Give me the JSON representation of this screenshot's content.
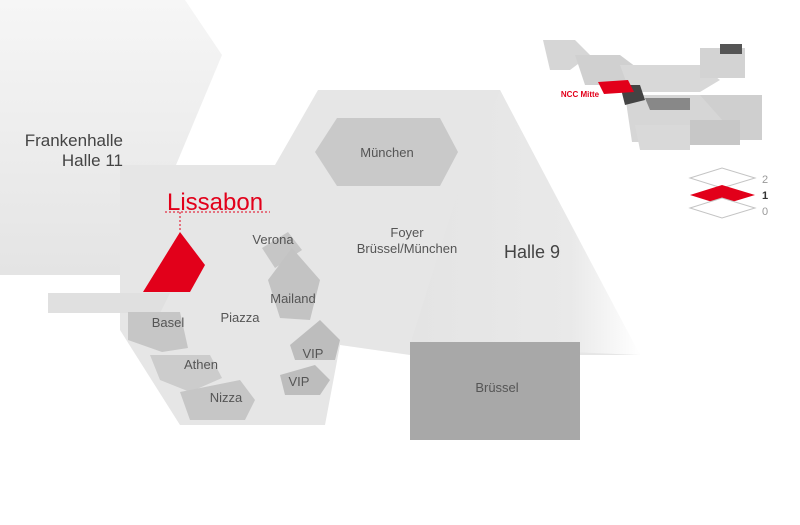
{
  "map": {
    "highlight_room": "Lissabon",
    "rooms": {
      "muenchen": "München",
      "foyer_line1": "Foyer",
      "foyer_line2": "Brüssel/München",
      "verona": "Verona",
      "mailand": "Mailand",
      "piazza": "Piazza",
      "basel": "Basel",
      "athen": "Athen",
      "nizza": "Nizza",
      "vip_upper": "VIP",
      "vip_lower": "VIP",
      "bruessel": "Brüssel"
    },
    "halls": {
      "frankenhalle_line1": "Frankenhalle",
      "frankenhalle_line2": "Halle 11",
      "halle9": "Halle 9"
    }
  },
  "overview": {
    "label": "NCC Mitte"
  },
  "levels": {
    "items": [
      "2",
      "1",
      "0"
    ],
    "active": "1"
  },
  "colors": {
    "highlight": "#e2001a",
    "building_light": "#e6e6e6",
    "building_room": "#c8c8c8",
    "building_dark": "#a9a9a9"
  }
}
